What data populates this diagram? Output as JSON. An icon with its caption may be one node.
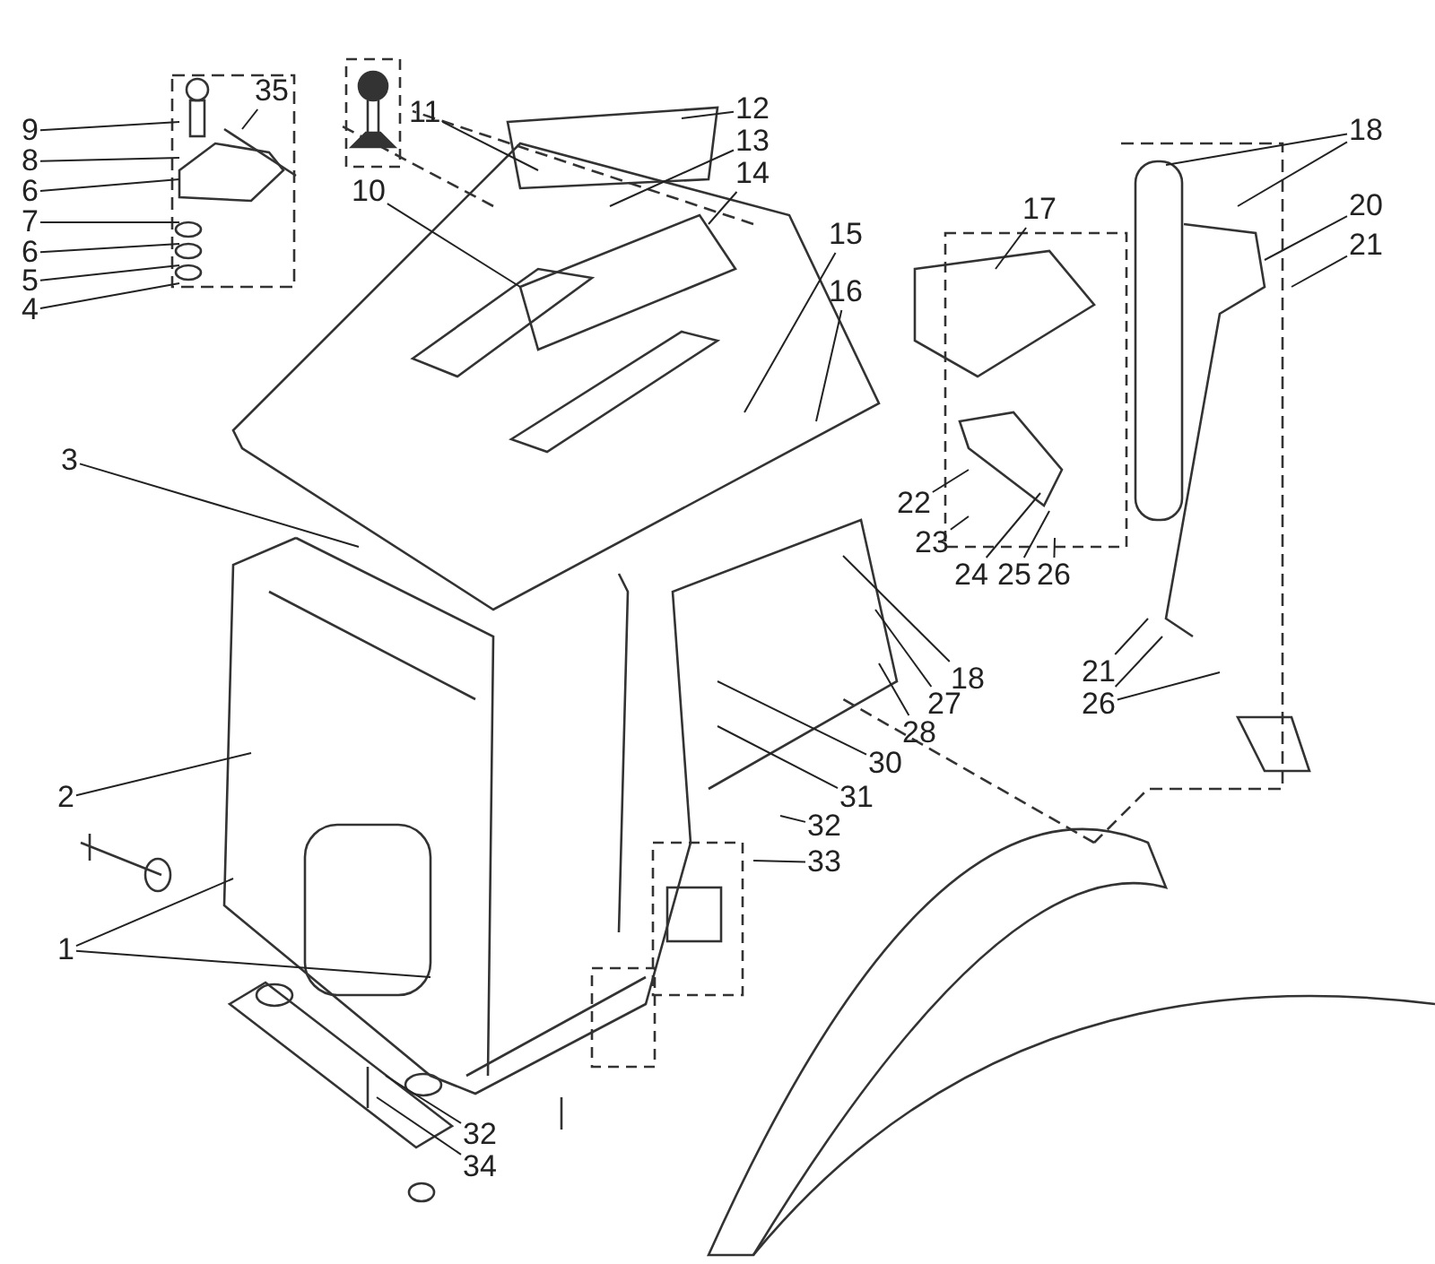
{
  "diagram": {
    "nodes": [
      {
        "text": [
          "9"
        ]
      },
      {
        "text": [
          "35"
        ]
      },
      {
        "text": [
          "8"
        ]
      },
      {
        "text": [
          "6"
        ]
      },
      {
        "text": [
          "7"
        ]
      },
      {
        "text": [
          "6"
        ]
      },
      {
        "text": [
          "5"
        ]
      },
      {
        "text": [
          "4"
        ]
      },
      {
        "text": [
          "11"
        ]
      },
      {
        "text": [
          "12"
        ]
      },
      {
        "text": [
          "13"
        ]
      },
      {
        "text": [
          "14"
        ]
      },
      {
        "text": [
          "10"
        ]
      },
      {
        "text": [
          "15"
        ]
      },
      {
        "text": [
          "16"
        ]
      },
      {
        "text": [
          "17"
        ]
      },
      {
        "text": [
          "18"
        ]
      },
      {
        "text": [
          "20"
        ]
      },
      {
        "text": [
          "21"
        ]
      },
      {
        "text": [
          "3"
        ]
      },
      {
        "text": [
          "22"
        ]
      },
      {
        "text": [
          "23"
        ]
      },
      {
        "text": [
          "24"
        ]
      },
      {
        "text": [
          "25"
        ]
      },
      {
        "text": [
          "26"
        ]
      },
      {
        "text": [
          "2"
        ]
      },
      {
        "text": [
          "21"
        ]
      },
      {
        "text": [
          "26"
        ]
      },
      {
        "text": [
          "18"
        ]
      },
      {
        "text": [
          "27"
        ]
      },
      {
        "text": [
          "28"
        ]
      },
      {
        "text": [
          "30"
        ]
      },
      {
        "text": [
          "31"
        ]
      },
      {
        "text": [
          "32"
        ]
      },
      {
        "text": [
          "33"
        ]
      },
      {
        "text": [
          "1"
        ]
      },
      {
        "text": [
          "32"
        ]
      },
      {
        "text": [
          "34"
        ]
      }
    ],
    "edges": [
      {
        "from": 0,
        "to": null,
        "arrow": "none"
      },
      {
        "from": 1,
        "to": null,
        "arrow": "none"
      },
      {
        "from": 2,
        "to": null,
        "arrow": "none"
      },
      {
        "from": 3,
        "to": null,
        "arrow": "none"
      },
      {
        "from": 4,
        "to": null,
        "arrow": "none"
      },
      {
        "from": 5,
        "to": null,
        "arrow": "none"
      },
      {
        "from": 6,
        "to": null,
        "arrow": "none"
      },
      {
        "from": 7,
        "to": null,
        "arrow": "none"
      },
      {
        "from": 8,
        "to": null,
        "arrow": "none"
      },
      {
        "from": 9,
        "to": null,
        "arrow": "none"
      },
      {
        "from": 10,
        "to": null,
        "arrow": "none"
      },
      {
        "from": 11,
        "to": null,
        "arrow": "none"
      },
      {
        "from": 12,
        "to": null,
        "arrow": "none"
      },
      {
        "from": 13,
        "to": null,
        "arrow": "none"
      },
      {
        "from": 14,
        "to": null,
        "arrow": "none"
      },
      {
        "from": 15,
        "to": null,
        "arrow": "none"
      },
      {
        "from": 16,
        "to": null,
        "arrow": "none"
      },
      {
        "from": 16,
        "to": null,
        "arrow": "none"
      },
      {
        "from": 17,
        "to": null,
        "arrow": "none"
      },
      {
        "from": 18,
        "to": null,
        "arrow": "none"
      },
      {
        "from": 19,
        "to": null,
        "arrow": "none"
      },
      {
        "from": 20,
        "to": null,
        "arrow": "none"
      },
      {
        "from": 21,
        "to": null,
        "arrow": "none"
      },
      {
        "from": 22,
        "to": null,
        "arrow": "none"
      },
      {
        "from": 23,
        "to": null,
        "arrow": "none"
      },
      {
        "from": 24,
        "to": null,
        "arrow": "none"
      },
      {
        "from": 25,
        "to": null,
        "arrow": "none"
      },
      {
        "from": 26,
        "to": null,
        "arrow": "none"
      },
      {
        "from": 27,
        "to": null,
        "arrow": "none"
      },
      {
        "from": 27,
        "to": null,
        "arrow": "none"
      },
      {
        "from": 28,
        "to": null,
        "arrow": "none"
      },
      {
        "from": 29,
        "to": null,
        "arrow": "none"
      },
      {
        "from": 30,
        "to": null,
        "arrow": "none"
      },
      {
        "from": 31,
        "to": null,
        "arrow": "none"
      },
      {
        "from": 32,
        "to": null,
        "arrow": "none"
      },
      {
        "from": 33,
        "to": null,
        "arrow": "none"
      },
      {
        "from": 34,
        "to": null,
        "arrow": "none"
      },
      {
        "from": 35,
        "to": null,
        "arrow": "none"
      },
      {
        "from": 35,
        "to": null,
        "arrow": "none"
      },
      {
        "from": 36,
        "to": null,
        "arrow": "none"
      },
      {
        "from": 37,
        "to": null,
        "arrow": "none"
      }
    ]
  }
}
